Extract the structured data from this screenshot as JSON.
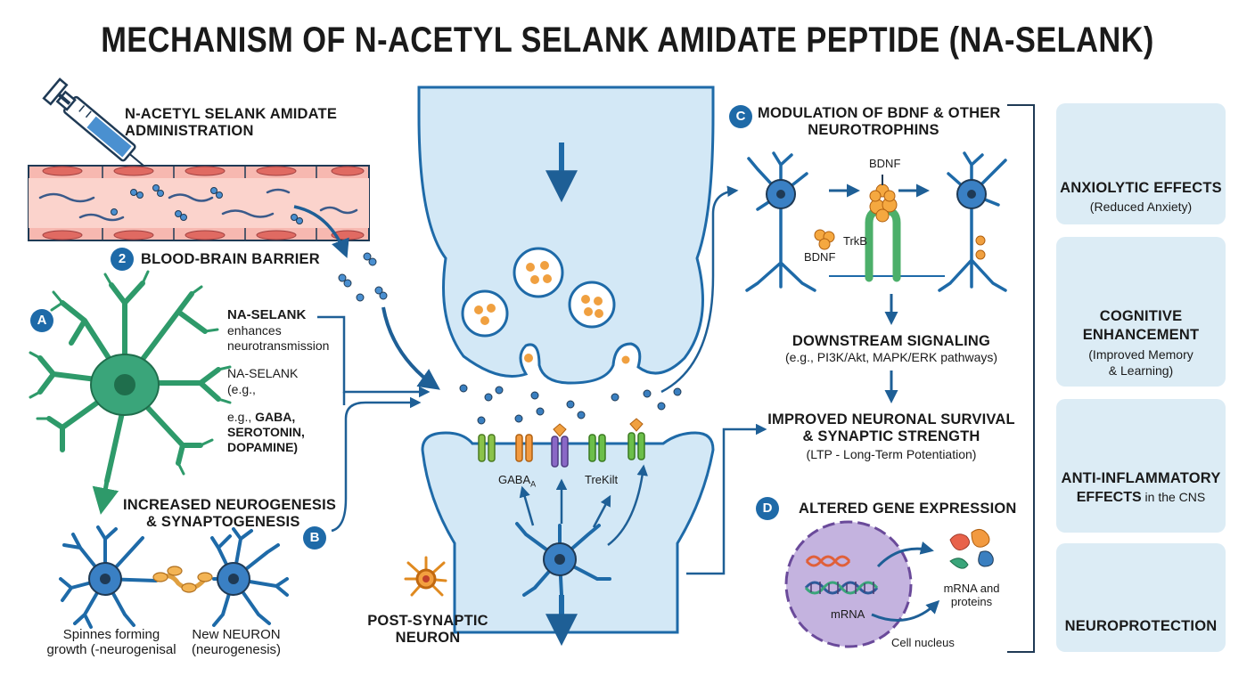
{
  "title": "MECHANISM OF N-ACETYL SELANK AMIDATE PEPTIDE (NA-SELANK)",
  "administration": {
    "line1": "N-ACETYL SELANK AMIDATE",
    "line2": "ADMINISTRATION"
  },
  "bbb": {
    "badge": "2",
    "label": "BLOOD-BRAIN BARRIER"
  },
  "section_a": {
    "badge": "A",
    "name": "NA-SELANK",
    "text1": "enhances",
    "text2": "neurotransmission",
    "text3": "NA-SELANK",
    "text4": "(e.g.,",
    "text5a": "e.g., ",
    "text5b": "GABA,",
    "text6": "SEROTONIN,",
    "text7": "DOPAMINE)"
  },
  "neurogenesis": {
    "line1": "INCREASED NEUROGENESIS",
    "line2": "& SYNAPTOGENESIS"
  },
  "section_b": {
    "badge": "B"
  },
  "spines": {
    "line1": "Spinnes forming",
    "line2": "growth (-neurogenisal"
  },
  "new_neuron": {
    "line1": "New NEURON",
    "line2": "(neurogenesis)"
  },
  "receptors": {
    "gaba": "GABA",
    "gaba_sub": "A",
    "trek": "TreKilt"
  },
  "post_synaptic": {
    "line1": "POST-SYNAPTIC",
    "line2": "NEURON"
  },
  "section_c": {
    "badge": "C",
    "line1": "MODULATION OF BDNF & OTHER",
    "line2": "NEUROTROPHINS",
    "bdnf_top": "BDNF",
    "bdnf_left": "BDNF",
    "trkb": "TrkB"
  },
  "downstream": {
    "title": "DOWNSTREAM SIGNALING",
    "sub": "(e.g., PI3K/Akt, MAPK/ERK pathways)"
  },
  "survival": {
    "line1": "IMPROVED NEURONAL SURVIVAL",
    "line2": "& SYNAPTIC STRENGTH",
    "sub": "(LTP - Long-Term Potentiation)"
  },
  "section_d": {
    "badge": "D",
    "title": "ALTERED GENE EXPRESSION",
    "mrna": "mRNA",
    "mrna_proteins1": "mRNA and",
    "mrna_proteins2": "proteins",
    "nucleus": "Cell nucleus"
  },
  "effects": [
    {
      "title": "ANXIOLYTIC EFFECTS",
      "sub": "(Reduced Anxiety)",
      "icon": "person-calm-icon"
    },
    {
      "title1": "COGNITIVE",
      "title2": "ENHANCEMENT",
      "sub1": "(Improved Memory",
      "sub2": "& Learning)",
      "icon": "brain-head-icon"
    },
    {
      "title1": "ANTI-INFLAMMATORY",
      "title2a": "EFFECTS",
      "title2b": " in the CNS",
      "icon": "thermometer-icon"
    },
    {
      "title": "NEUROPROTECTION",
      "icon": "brain-head-icon"
    }
  ],
  "colors": {
    "primary_blue": "#1e6aa8",
    "synapse_fill": "#d3e8f6",
    "neuron_green": "#3aa57a",
    "vesicle_orange": "#f0a040",
    "card_bg": "#dcecf5",
    "vessel_red": "#e88a86",
    "nucleus_purple": "#b9a7d6"
  }
}
